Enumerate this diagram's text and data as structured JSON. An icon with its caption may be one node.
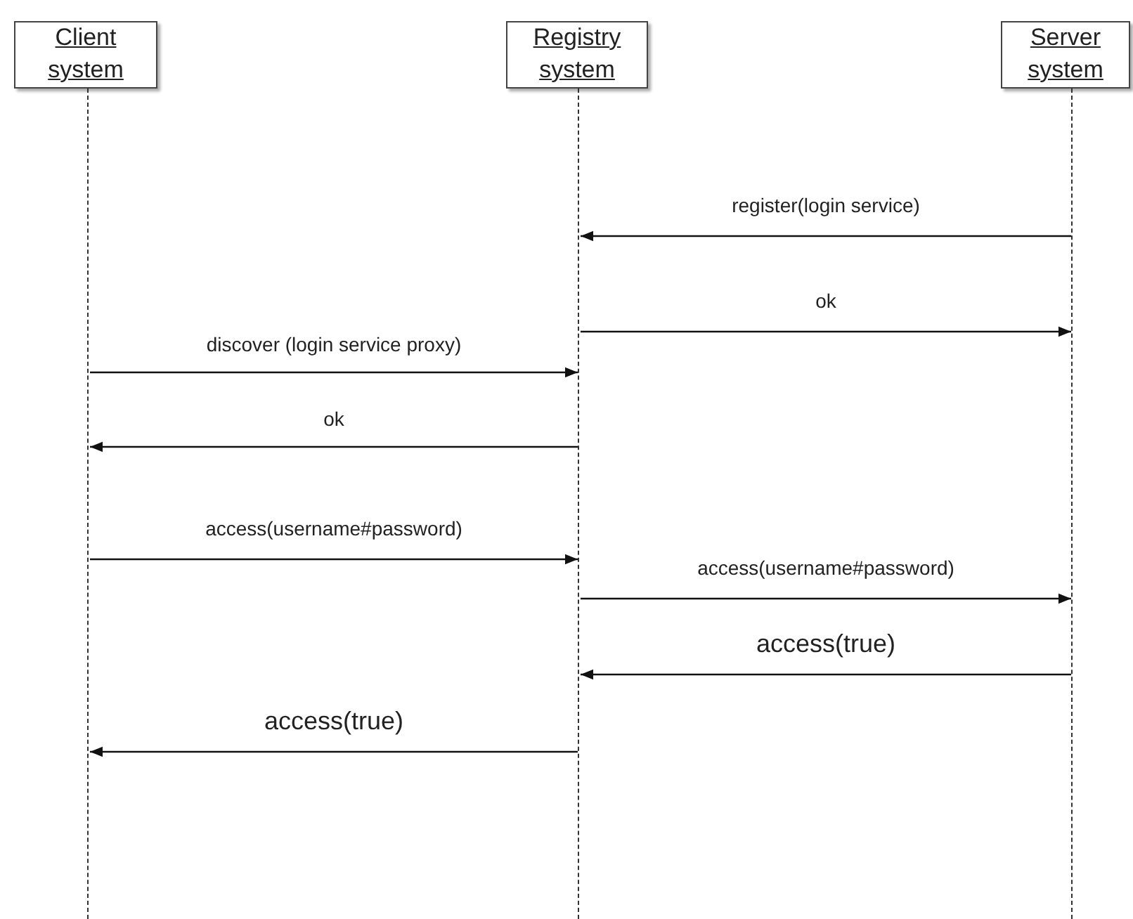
{
  "diagram": {
    "nodes": [
      {
        "text": [
          "Client system"
        ]
      },
      {
        "text": [
          "Registry system"
        ]
      },
      {
        "text": [
          "Server system"
        ]
      },
      {
        "text": [],
        "shape": "line"
      },
      {
        "text": [],
        "shape": "line"
      },
      {
        "text": [],
        "shape": "line"
      }
    ],
    "edges": [
      {
        "from": 5,
        "to": 4,
        "arrow": "to",
        "label": "register(login service)"
      },
      {
        "from": 4,
        "to": 5,
        "arrow": "to",
        "label": "ok"
      },
      {
        "from": 3,
        "to": 4,
        "arrow": "to",
        "label": "discover (login service proxy)"
      },
      {
        "from": 4,
        "to": 3,
        "arrow": "to",
        "label": "ok"
      },
      {
        "from": 3,
        "to": 4,
        "arrow": "to",
        "label": "access(username#password)"
      },
      {
        "from": 4,
        "to": 5,
        "arrow": "to",
        "label": "access(username#password)"
      },
      {
        "from": 5,
        "to": 4,
        "arrow": "to",
        "label": "access(true)"
      },
      {
        "from": 4,
        "to": 3,
        "arrow": "to",
        "label": "access(true)"
      }
    ]
  }
}
